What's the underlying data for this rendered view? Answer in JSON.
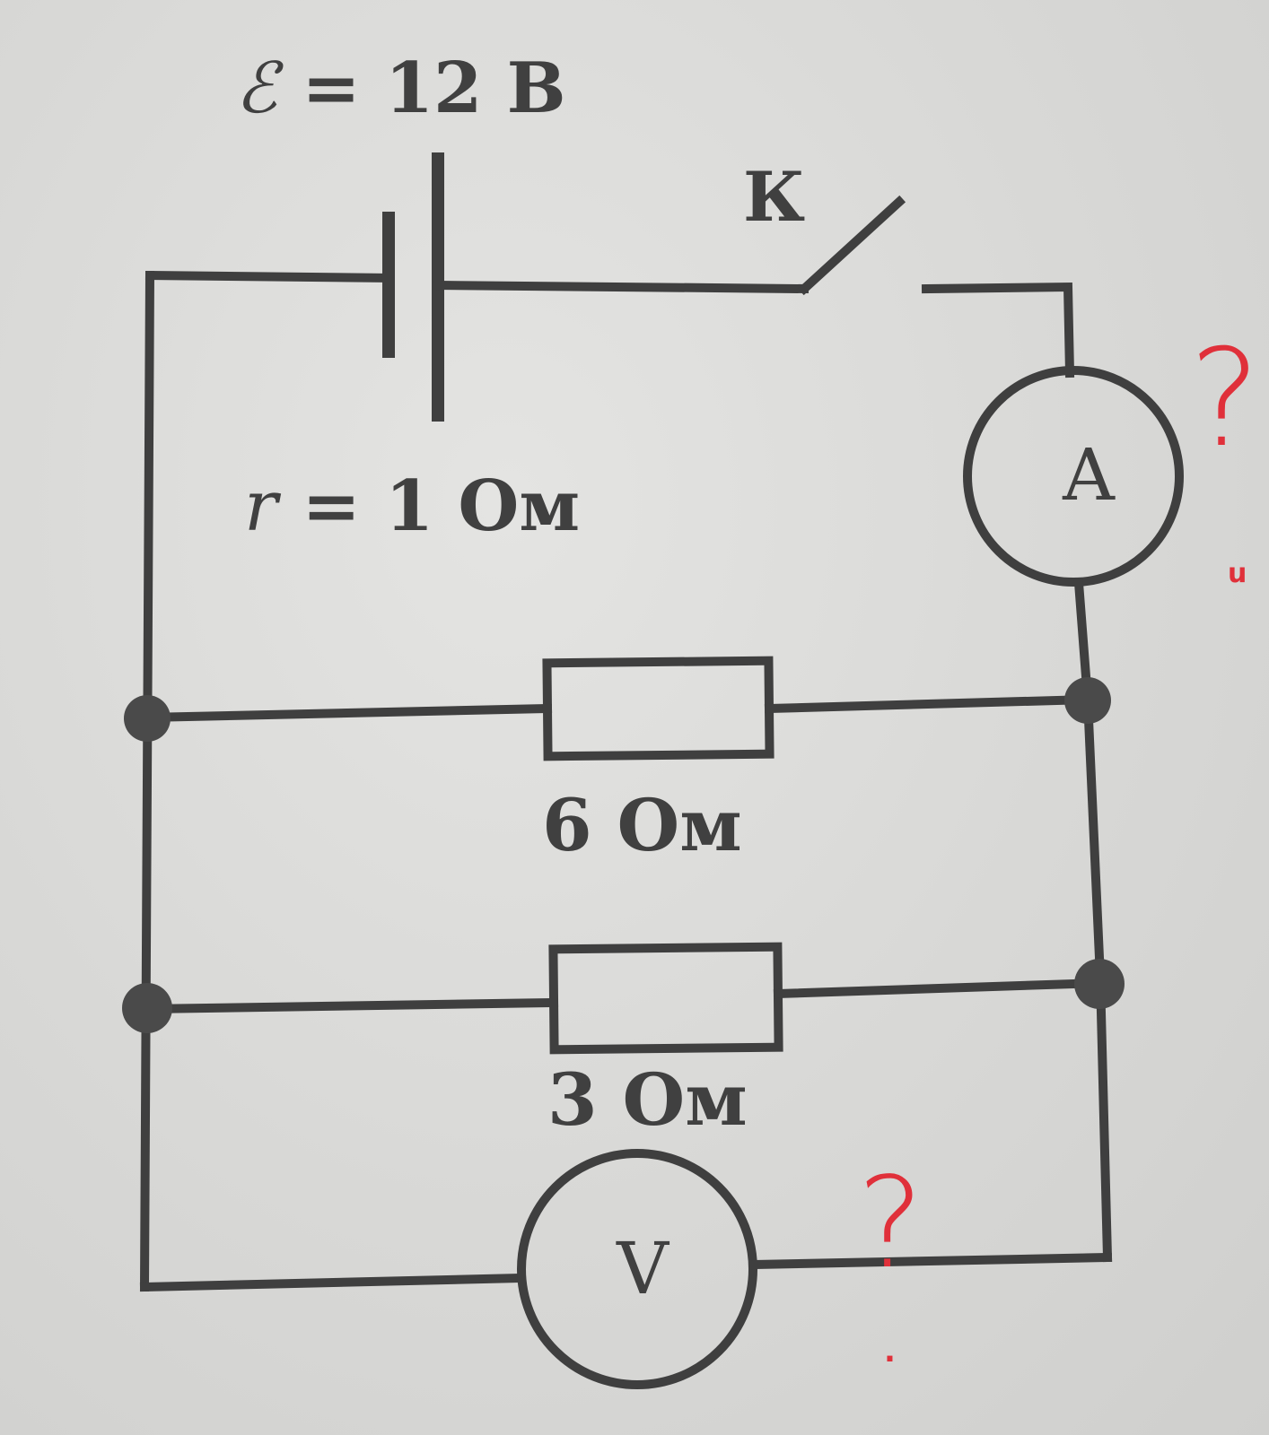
{
  "source": {
    "emf_symbol": "ℰ",
    "emf_text": " = 12 В",
    "internal_resistance_symbol": "r",
    "internal_resistance_text": " = 1 Ом"
  },
  "switch": {
    "label": "К"
  },
  "resistors": [
    {
      "label": "6 Ом"
    },
    {
      "label": "3 Ом"
    }
  ],
  "meters": {
    "ammeter_letter": "A",
    "voltmeter_letter": "V"
  },
  "handwritten_notes": {
    "ammeter_question": "?",
    "ammeter_mark": "u",
    "voltmeter_question": "?",
    "voltmeter_mark": "."
  },
  "colors": {
    "ink": "#3f3f3f",
    "annotation": "#e0303a",
    "paper": "#d9d9d7"
  }
}
